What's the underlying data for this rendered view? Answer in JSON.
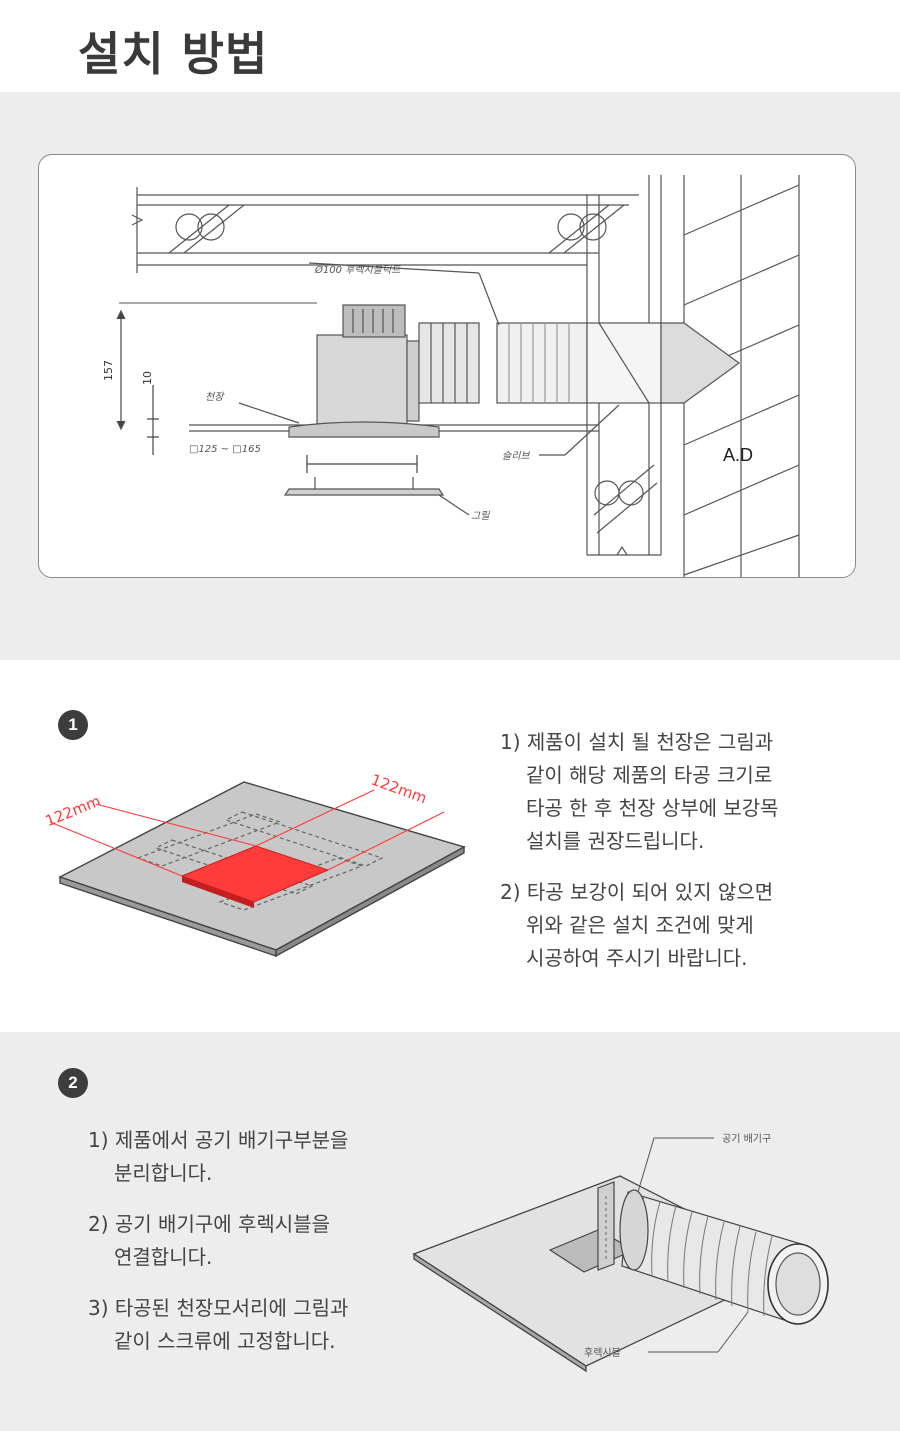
{
  "page": {
    "title": "설치 방법"
  },
  "diagram": {
    "duct_label": "Ø100 후렉시블덕트",
    "ceiling_label": "천장",
    "sleeve_label": "슬리브",
    "grill_label": "그릴",
    "ad_label": "A.D",
    "dim_height": "157",
    "dim_small": "10",
    "dim_opening": "□125 ~ □165"
  },
  "step1": {
    "number": "1",
    "dim_left": "122mm",
    "dim_right": "122mm",
    "colors": {
      "accent": "#ff3b3b"
    },
    "items": [
      {
        "lines": [
          "1) 제품이 설치 될 천장은 그림과",
          "같이 해당 제품의 타공 크기로",
          "타공 한 후 천장 상부에 보강목",
          "설치를 권장드립니다."
        ]
      },
      {
        "lines": [
          "2) 타공 보강이 되어 있지 않으면",
          "위와 같은 설치 조건에 맞게",
          "시공하여 주시기 바랍니다."
        ]
      }
    ]
  },
  "step2": {
    "number": "2",
    "exhaust_label": "공기 배기구",
    "flexible_label": "후렉시블",
    "items": [
      {
        "lines": [
          "1) 제품에서 공기 배기구부분을",
          "분리합니다."
        ]
      },
      {
        "lines": [
          "2) 공기 배기구에 후렉시블을",
          "연결합니다."
        ]
      },
      {
        "lines": [
          "3) 타공된 천장모서리에 그림과",
          "같이 스크류에 고정합니다."
        ]
      }
    ]
  }
}
